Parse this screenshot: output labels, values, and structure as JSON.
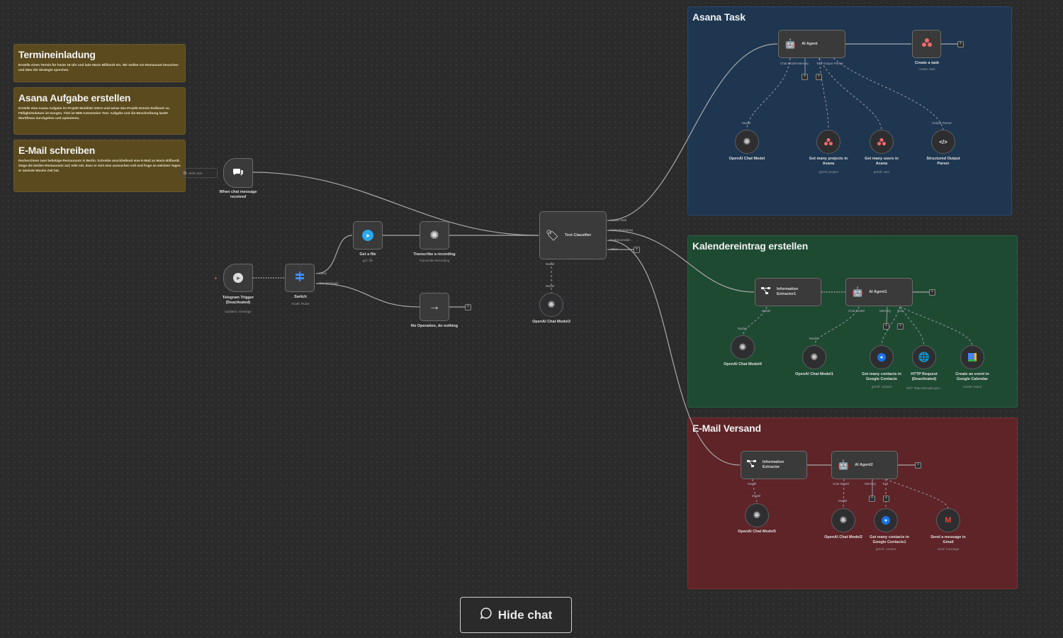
{
  "canvas": {
    "sticky_notes": [
      {
        "title": "Termineinladung",
        "body": "Erstelle einen Termin für heute 19 Uhr und lade Mario Billhardt ein. Wir wollen ein Restaurant besuchen und über die Strategie sprechen."
      },
      {
        "title": "Asana Aufgabe erstellen",
        "body": "Erstelle eine Asana Aufgabe im Projekt Mobilität intern und weise das Projekt Dennis Roßbach zu. Fälligkeitsdatum ist morgen. Titel ist N8N Automation Test. Aufgabe und die Beschreibung lautet Workflows durchgehen und optimieren."
      },
      {
        "title": "E-Mail schreiben",
        "body": "Recherchiere zwei beliebige Restaurants in Berlin. Schreibe anschließend eine E-Mail an Mario Billhardt. Zeige die beiden Restaurants auf, teile mit, dass er sich eins aussuchen soll und frage an welchen Tagen er nächste Woche Zeit hat."
      }
    ],
    "groups": [
      {
        "title": "Asana Task",
        "color": "#1e3650"
      },
      {
        "title": "Kalendereintrag erstellen",
        "color": "#1e4a32"
      },
      {
        "title": "E-Mail Versand",
        "color": "#5e2428"
      }
    ],
    "pinned_chip": "Hide chat",
    "nodes": {
      "chat_trigger": {
        "label": "When chat message received"
      },
      "telegram_trigger": {
        "label": "Telegram Trigger (Deactivated)",
        "sub": "Updates: message"
      },
      "switch": {
        "label": "Switch",
        "sub": "mode: Rules",
        "outputs": [
          "Voice",
          "Text Message"
        ]
      },
      "get_file": {
        "label": "Get a file",
        "sub": "get: file"
      },
      "transcribe": {
        "label": "Transcribe a recording",
        "sub": "Transcribe Recording"
      },
      "no_op": {
        "label": "No Operation, do nothing"
      },
      "text_classifier": {
        "label": "Text Classifier",
        "outputs": [
          "Asana Task",
          "Kalendereintrag",
          "E-Mail senden",
          "other"
        ],
        "model_port": "Model"
      },
      "openai_model0": {
        "label": "OpenAI Chat Model3",
        "port": "Model"
      },
      "ai_agent": {
        "label": "AI Agent",
        "ports": [
          "Chat Model",
          "Memory",
          "Tool",
          "Output Parser"
        ]
      },
      "create_task": {
        "label": "Create a task",
        "sub": "create: task"
      },
      "openai_model_asana": {
        "label": "OpenAI Chat Model",
        "port": "Model"
      },
      "asana_projects": {
        "label": "Get many projects in Asana",
        "sub": "getAll: project"
      },
      "asana_users": {
        "label": "Get many users in Asana",
        "sub": "getAll: user"
      },
      "output_parser": {
        "label": "Structured Output Parser",
        "port": "Output Parser"
      },
      "info_extractor1": {
        "label": "Information Extractor1",
        "port": "Model"
      },
      "ai_agent1": {
        "label": "AI Agent1",
        "ports": [
          "Chat Model",
          "Memory",
          "Tool"
        ]
      },
      "openai_model_kal_a": {
        "label": "OpenAI Chat Model4",
        "port": "Model"
      },
      "openai_model_kal_b": {
        "label": "OpenAI Chat Model1",
        "port": "Model"
      },
      "google_contacts": {
        "label": "Get many contacts in Google Contacts",
        "sub": "getAll: contact"
      },
      "http_request": {
        "label": "HTTP Request (Deactivated)",
        "sub": "GET: https://people.goo..."
      },
      "google_calendar": {
        "label": "Create an event in Google Calendar",
        "sub": "create: event"
      },
      "info_extractor": {
        "label": "Information Extractor",
        "port": "Model"
      },
      "ai_agent2": {
        "label": "AI Agent2",
        "ports": [
          "Chat Model",
          "Memory",
          "Tool"
        ]
      },
      "openai_model_mail_a": {
        "label": "OpenAI Chat Model5",
        "port": "Model"
      },
      "openai_model_mail_b": {
        "label": "OpenAI Chat Model2",
        "port": "Model"
      },
      "google_contacts1": {
        "label": "Get many contacts in Google Contacts1",
        "sub": "getAll: contact"
      },
      "gmail": {
        "label": "Send a message in Gmail",
        "sub": "send: message"
      }
    }
  },
  "chat_toggle": {
    "label": "Hide chat",
    "icon": "chat-bubble-icon"
  }
}
